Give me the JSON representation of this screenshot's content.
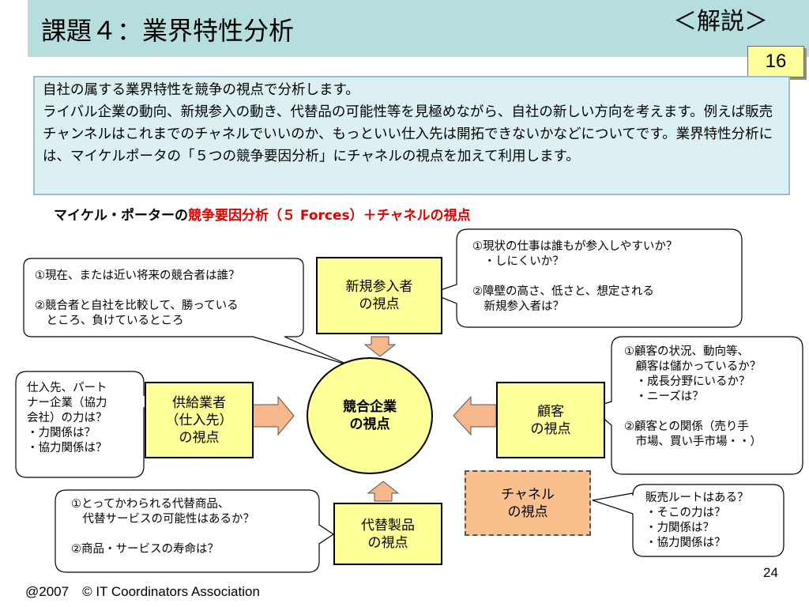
{
  "slide": {
    "title": "課題４：業界特性分析",
    "badge": "＜解説＞",
    "slide_num": "16",
    "page_number": "24",
    "footer": "@2007　© IT Coordinators Association"
  },
  "intro": [
    "自社の属する業界特性を競争の視点で分析します。",
    "ライバル企業の動向、新規参入の動き、代替品の可能性等を見極めながら、自社の新しい方向を考えます。例えば販売チャンネルはこれまでのチャネルでいいのか、もっといい仕入先は開拓できないかなどについてです。業界特性分析には、マイケルポータの「５つの競争要因分析」にチャネルの視点を加えて利用します。"
  ],
  "subtitle": {
    "part1": "マイケル・ポーターの",
    "part2": "競争要因分析（５ Forces）＋チャネルの視点"
  },
  "nodes": {
    "entrants": [
      "新規参入者",
      "の視点"
    ],
    "center": [
      "競合企業",
      "の視点"
    ],
    "supplier": [
      "供給業者",
      "（仕入先）",
      "の視点"
    ],
    "customer": [
      "顧客",
      "の視点"
    ],
    "substitute": [
      "代替製品",
      "の視点"
    ],
    "channel": [
      "チャネル",
      "の視点"
    ]
  },
  "callouts": {
    "competitors": "①現在、または近い将来の競合者は誰？\n\n②競合者と自社を比較して、勝っている\n　ところ、負けているところ",
    "entrants": "①現状の仕事は誰もが参入しやすいか？\n　・しにくいか？\n\n②障壁の高さ、低さと、想定される\n　新規参入者は？",
    "supplier": "仕入先、パート\nナー企業（協力\n会社）の力は？\n・力関係は？\n・協力関係は？",
    "customer": "①顧客の状況、動向等、\n　顧客は儲かっているか？\n　・成長分野にいるか？\n　・ニーズは？\n\n②顧客との関係（売り手\n　市場、買い手市場・・）",
    "substitute": "①とってかわられる代替商品、\n　代替サービスの可能性はあるか？\n\n②商品・サービスの寿命は？",
    "channel": "販売ルートはある？\n・そこの力は？\n・力関係は？\n・協力関係は？"
  },
  "colors": {
    "header_band": "#b7dede",
    "node_fill": "#ffff99",
    "channel_fill": "#f9c08e",
    "arrow_fill": "#f6b78a",
    "accent_red": "#e00000"
  }
}
